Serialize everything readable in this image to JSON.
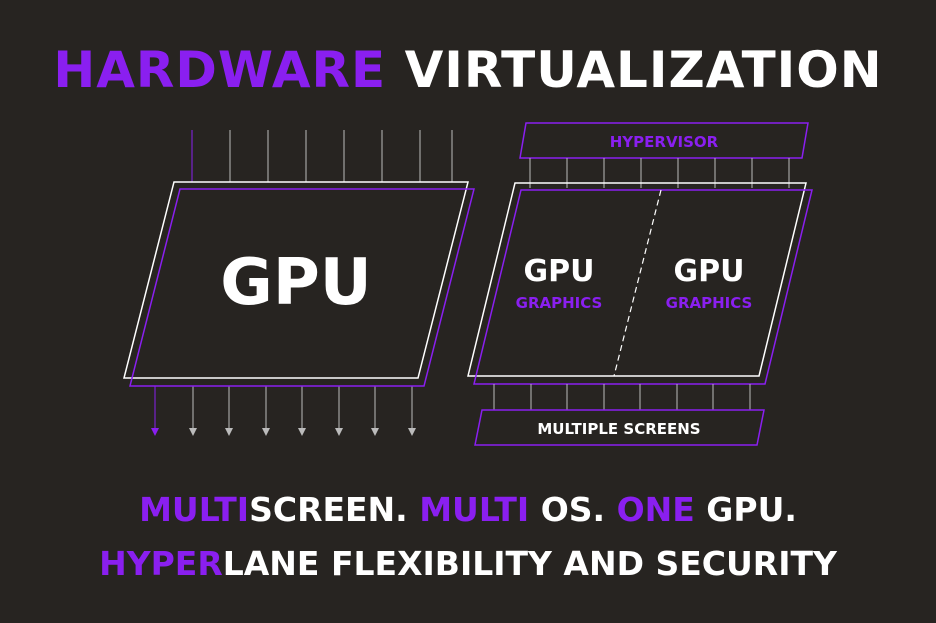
{
  "title": {
    "part1": "HARDWARE",
    "part2": "VIRTUALIZATION"
  },
  "diagram": {
    "gpu_label": "GPU",
    "hypervisor_label": "HYPERVISOR",
    "multiple_screens_label": "MULTIPLE SCREENS",
    "partitions": [
      {
        "title": "GPU",
        "subtitle": "GRAPHICS"
      },
      {
        "title": "GPU",
        "subtitle": "GRAPHICS"
      }
    ]
  },
  "tagline1": {
    "s1": "MULTI",
    "s2": "SCREEN.",
    "s3": "MULTI",
    "s4": "OS.",
    "s5": "ONE",
    "s6": "GPU."
  },
  "tagline2": {
    "s1": "HYPER",
    "s2": "LANE",
    "s3": "FLEXIBILITY AND SECURITY"
  },
  "colors": {
    "accent": "#8a1ff0",
    "background": "#272421",
    "line": "#ffffff"
  }
}
